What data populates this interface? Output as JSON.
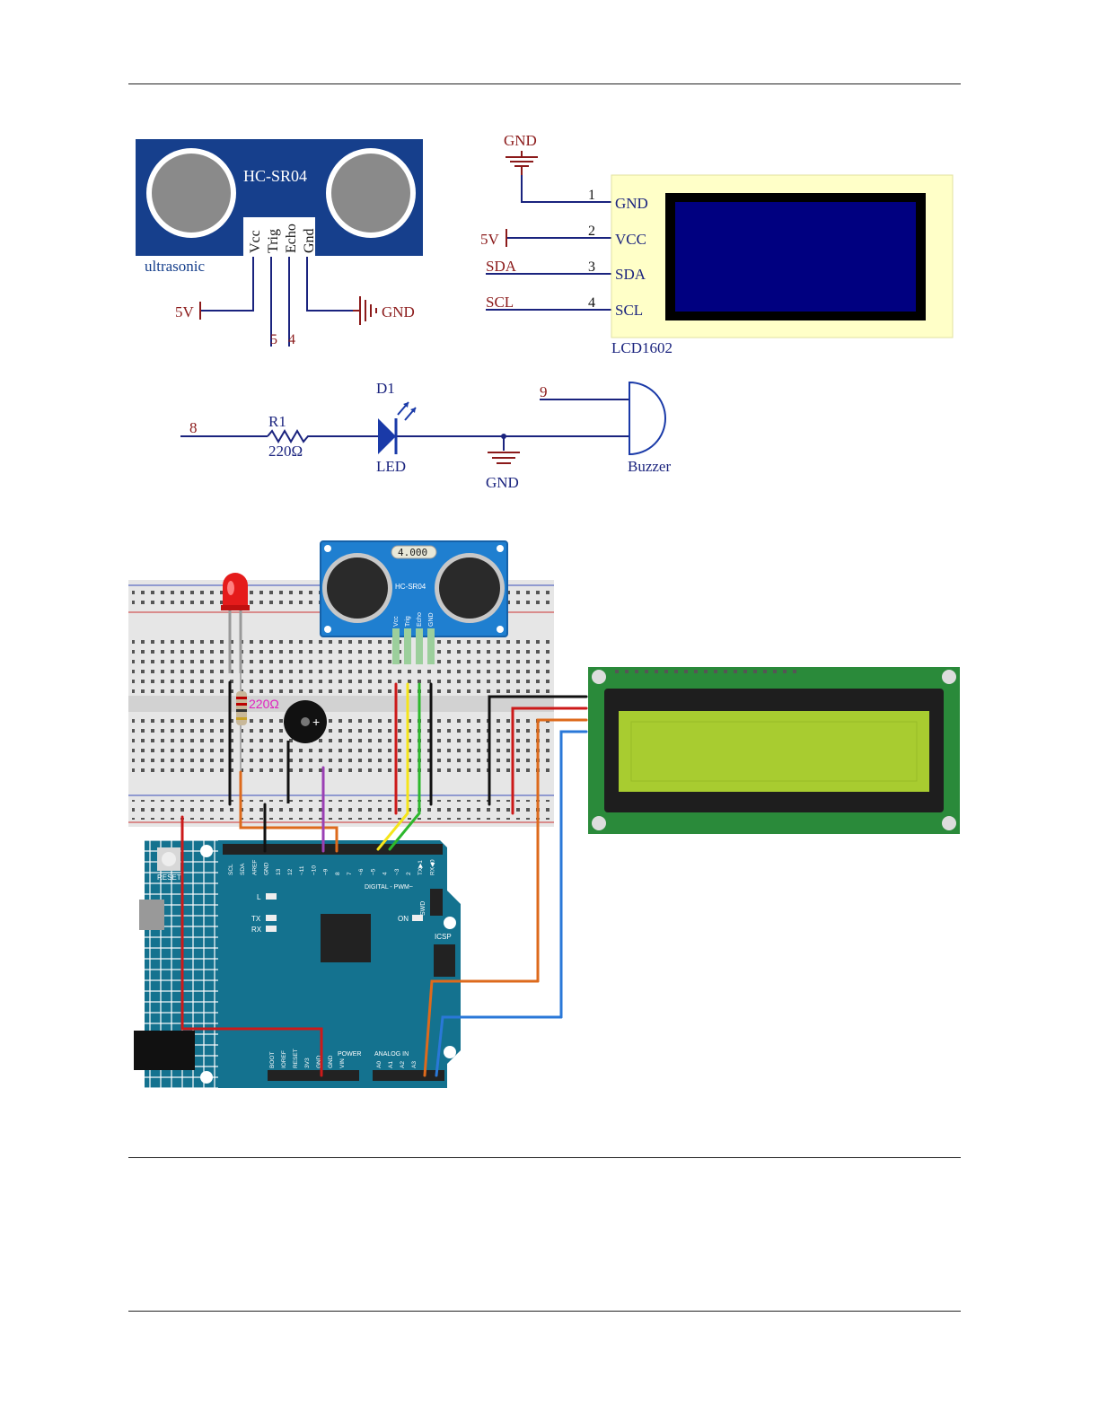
{
  "schematic": {
    "ultrasonic": {
      "module_name": "HC-SR04",
      "caption": "ultrasonic",
      "pins": [
        "Vcc",
        "Trig",
        "Echo",
        "Gnd"
      ],
      "vcc_label": "5V",
      "gnd_label": "GND",
      "trig_pin": "5",
      "echo_pin": "4"
    },
    "lcd": {
      "name": "LCD1602",
      "top_gnd_label": "GND",
      "supply_label": "5V",
      "sda_net": "SDA",
      "scl_net": "SCL",
      "pins": [
        {
          "num": "1",
          "name": "GND"
        },
        {
          "num": "2",
          "name": "VCC"
        },
        {
          "num": "3",
          "name": "SDA"
        },
        {
          "num": "4",
          "name": "SCL"
        }
      ]
    },
    "led_circuit": {
      "pin_in": "8",
      "resistor_ref": "R1",
      "resistor_value": "220Ω",
      "led_ref": "D1",
      "led_label": "LED",
      "gnd_label": "GND",
      "buzzer_pin": "9",
      "buzzer_label": "Buzzer"
    }
  },
  "wiring": {
    "sensor_crystal": "4.000",
    "sensor_name": "HC-SR04",
    "sensor_pins": [
      "Vcc",
      "Trig",
      "Echo",
      "GND"
    ],
    "resistor_label": "220Ω",
    "board": {
      "reset": "RESET",
      "top_pins": [
        "SCL",
        "SDA",
        "AREF",
        "GND",
        "13",
        "12",
        "~11",
        "~10",
        "~9",
        "8",
        "7",
        "~6",
        "~5",
        "4",
        "~3",
        "2",
        "TX▶1",
        "RX◀0"
      ],
      "digital_label": "DIGITAL - PWM~",
      "swd": "SWD",
      "l_led": "L",
      "tx": "TX",
      "rx": "RX",
      "on": "ON",
      "icsp": "ICSP",
      "power_label": "POWER",
      "analog_label": "ANALOG IN",
      "power_pins": [
        "BOOT",
        "IOREF",
        "RESET",
        "3V3",
        "GND",
        "GND",
        "VIN"
      ],
      "analog_pins": [
        "A0",
        "A1",
        "A2",
        "A3"
      ]
    }
  }
}
